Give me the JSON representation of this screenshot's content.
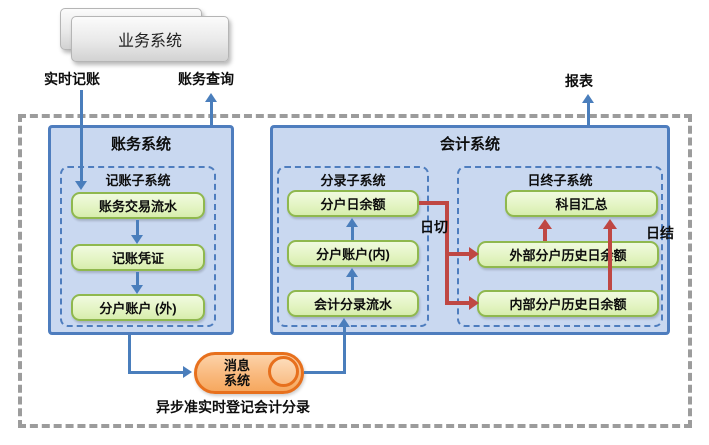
{
  "business_system": {
    "label": "业务系统"
  },
  "edge_labels": {
    "realtime_booking": "实时记账",
    "account_query": "账务查询",
    "report": "报表",
    "day_cut": "日切",
    "day_settle": "日结",
    "async_note": "异步准实时登记会计分录"
  },
  "accounting_panel": {
    "title": "账务系统",
    "booking_subsystem": {
      "title": "记账子系统",
      "nodes": [
        "账务交易流水",
        "记账凭证",
        "分户账户 (外)"
      ]
    }
  },
  "finance_panel": {
    "title": "会计系统",
    "entry_subsystem": {
      "title": "分录子系统",
      "nodes": [
        "分户日余额",
        "分户账户(内)",
        "会计分录流水"
      ]
    },
    "dayend_subsystem": {
      "title": "日终子系统",
      "nodes": [
        "科目汇总",
        "外部分户历史日余额",
        "内部分户历史日余额"
      ]
    }
  },
  "message_system": {
    "line1": "消息",
    "line2": "系统"
  },
  "colors": {
    "panel_fill": "#c9d8f0",
    "panel_border": "#4e7dbe",
    "node_fill": "#e3f4c2",
    "node_border": "#8fb84e",
    "blue_arrow": "#4a7ebc",
    "red_arrow": "#bf4743",
    "cylinder_border": "#e7701d",
    "cylinder_fill": "#f9b97d",
    "outer_dash": "#9c9c9c"
  }
}
